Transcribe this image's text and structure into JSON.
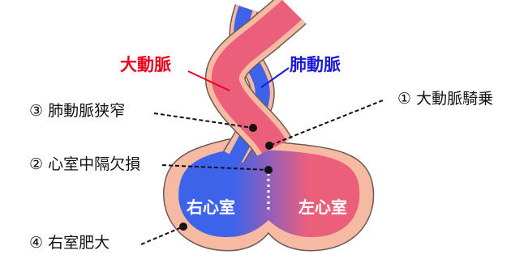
{
  "vessels": {
    "aorta": "大動脈",
    "pulmonary_artery": "肺動脈"
  },
  "chambers": {
    "right_ventricle": "右心室",
    "left_ventricle": "左心室"
  },
  "findings": [
    {
      "id": "overriding-aorta",
      "text": "① 大動脈騎乗"
    },
    {
      "id": "vsd",
      "text": "② 心室中隔欠損"
    },
    {
      "id": "pulmonary-stenosis",
      "text": "③ 肺動脈狭窄"
    },
    {
      "id": "rv-hypertrophy",
      "text": "④ 右室肥大"
    }
  ],
  "colors": {
    "aorta": "#ec5f7b",
    "pulmonary": "#3d63ea",
    "wall": "#f6b9a2",
    "wall_outline": "#6b5a58",
    "label_red": "#e8001c",
    "label_blue": "#1a1ad8"
  }
}
